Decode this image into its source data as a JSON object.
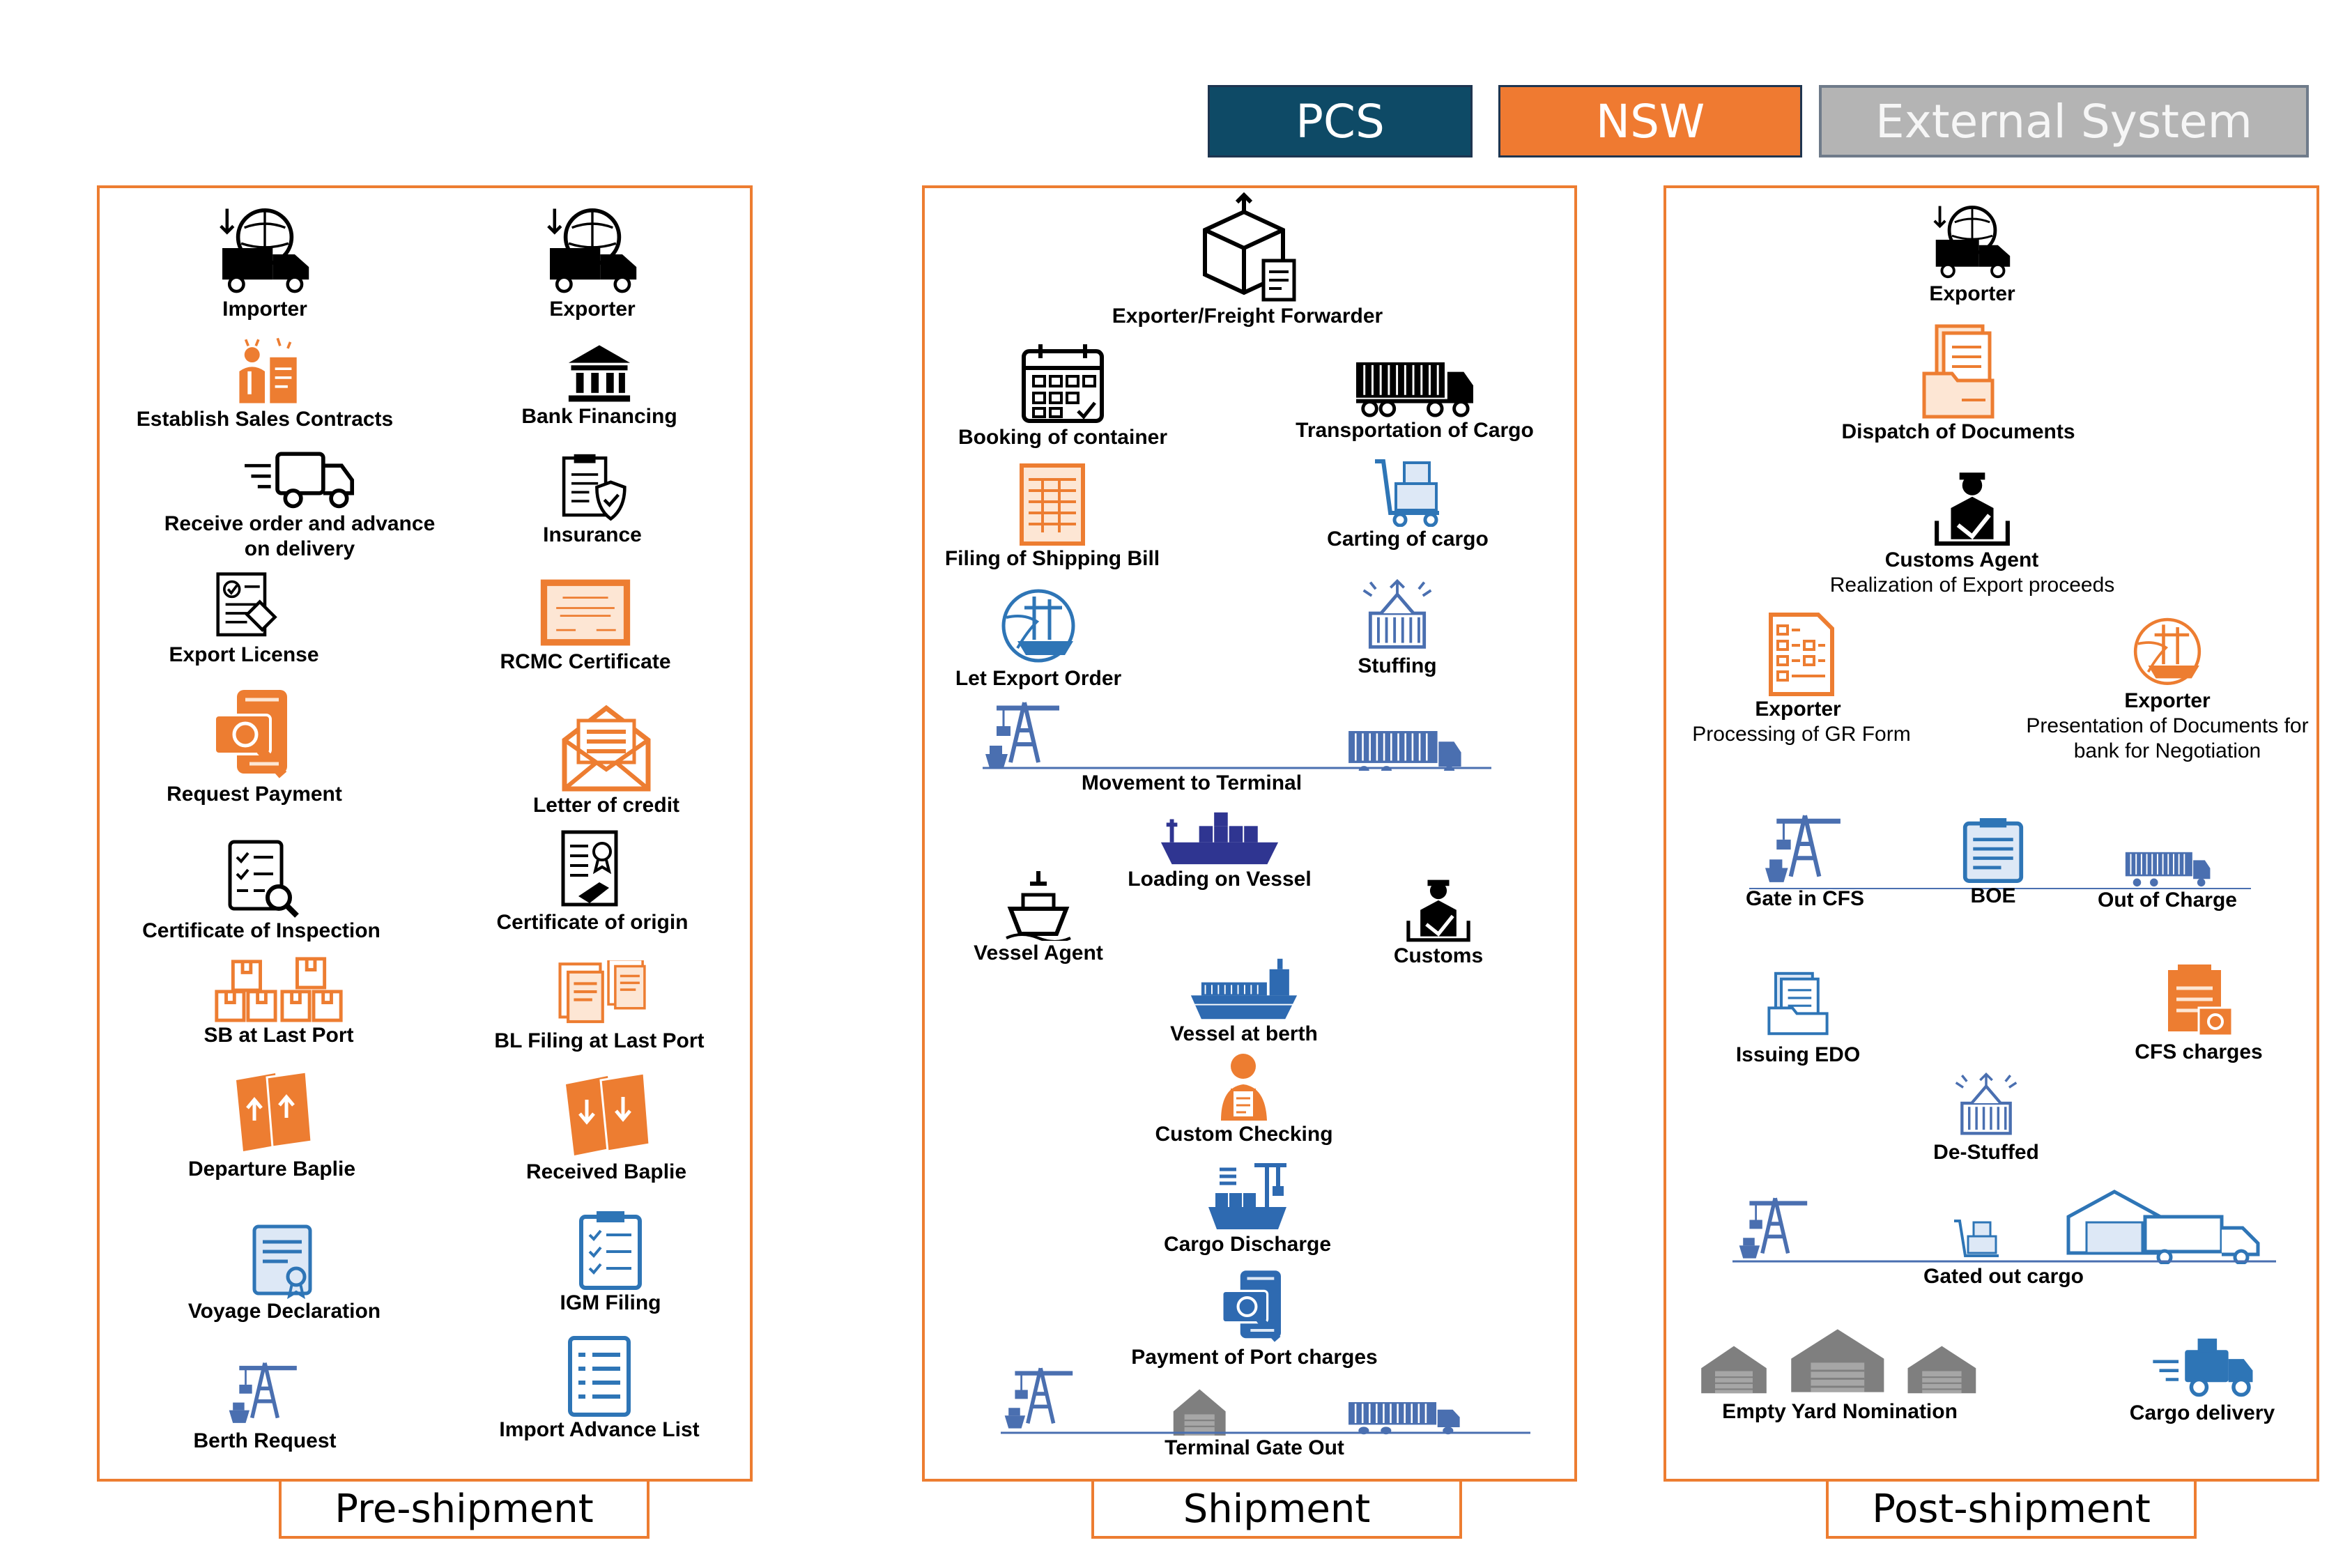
{
  "legend": {
    "pcs": "PCS",
    "nsw": "NSW",
    "external": "External System"
  },
  "colors": {
    "pcs": "#0e4a66",
    "nsw": "#ef7a31",
    "external": "#b4b4b4",
    "panel_border": "#ed7d31"
  },
  "pre_shipment": {
    "tab": "Pre-shipment",
    "items": [
      {
        "label": "Importer",
        "icon": "importer-truck-globe-icon"
      },
      {
        "label": "Exporter",
        "icon": "exporter-truck-globe-icon"
      },
      {
        "label": "Establish Sales Contracts",
        "icon": "handshake-contract-icon"
      },
      {
        "label": "Bank Financing",
        "icon": "bank-icon"
      },
      {
        "label": "Receive order and advance\non delivery",
        "icon": "delivery-truck-icon"
      },
      {
        "label": "Insurance",
        "icon": "insurance-shield-icon"
      },
      {
        "label": "Export License",
        "icon": "license-document-icon"
      },
      {
        "label": "RCMC Certificate",
        "icon": "certificate-icon"
      },
      {
        "label": "Request Payment",
        "icon": "payment-request-icon"
      },
      {
        "label": "Letter of credit",
        "icon": "envelope-letter-icon"
      },
      {
        "label": "Certificate of Inspection",
        "icon": "inspection-checklist-icon"
      },
      {
        "label": "Certificate of origin",
        "icon": "certificate-origin-icon"
      },
      {
        "label": "SB at Last Port",
        "icon": "boxes-icon"
      },
      {
        "label": "BL Filing at Last Port",
        "icon": "document-folder-icon"
      },
      {
        "label": "Departure Baplie",
        "icon": "departure-ticket-icon"
      },
      {
        "label": "Received Baplie",
        "icon": "received-ticket-icon"
      },
      {
        "label": "Voyage Declaration",
        "icon": "declaration-scroll-icon"
      },
      {
        "label": "IGM Filing",
        "icon": "clipboard-checklist-icon"
      },
      {
        "label": "Berth Request",
        "icon": "port-crane-ship-icon"
      },
      {
        "label": "Import Advance List",
        "icon": "advance-list-document-icon"
      }
    ]
  },
  "shipment": {
    "tab": "Shipment",
    "items": [
      {
        "label": "Exporter/Freight Forwarder",
        "icon": "forwarder-box-icon"
      },
      {
        "label": "Booking of container",
        "icon": "calendar-icon"
      },
      {
        "label": "Transportation of Cargo",
        "icon": "container-truck-icon"
      },
      {
        "label": "Filing of Shipping Bill",
        "icon": "shipping-bill-icon"
      },
      {
        "label": "Carting of cargo",
        "icon": "hand-cart-icon"
      },
      {
        "label": "Let Export Order",
        "icon": "globe-ship-icon"
      },
      {
        "label": "Stuffing",
        "icon": "stuffing-container-icon"
      },
      {
        "label": "Movement to Terminal",
        "icon": "terminal-lane-icon"
      },
      {
        "label": "Loading on Vessel",
        "icon": "loading-vessel-icon"
      },
      {
        "label": "Vessel Agent",
        "icon": "vessel-icon"
      },
      {
        "label": "Customs",
        "icon": "customs-officer-icon"
      },
      {
        "label": "Vessel at berth",
        "icon": "berthed-vessel-icon"
      },
      {
        "label": "Custom Checking",
        "icon": "custom-checking-person-icon"
      },
      {
        "label": "Cargo Discharge",
        "icon": "cargo-discharge-icon"
      },
      {
        "label": "Payment of Port charges",
        "icon": "port-payment-icon"
      },
      {
        "label": "Terminal Gate Out",
        "icon": "terminal-gate-lane-icon"
      }
    ]
  },
  "post_shipment": {
    "tab": "Post-shipment",
    "items": [
      {
        "label": "Exporter",
        "sub": "",
        "icon": "exporter-truck-globe-icon"
      },
      {
        "label": "Dispatch of Documents",
        "sub": "",
        "icon": "document-folder-icon"
      },
      {
        "label": "Customs Agent",
        "sub": "Realization of Export proceeds",
        "icon": "customs-officer-icon"
      },
      {
        "label": "Exporter",
        "sub": "Processing of GR Form",
        "icon": "gr-form-icon"
      },
      {
        "label": "Exporter",
        "sub": "Presentation of Documents for\nbank for Negotiation",
        "icon": "globe-ship-icon"
      },
      {
        "label": "Gate in CFS",
        "sub": "",
        "icon": "port-crane-ship-icon"
      },
      {
        "label": "BOE",
        "sub": "",
        "icon": "clipboard-icon"
      },
      {
        "label": "Out of Charge",
        "sub": "",
        "icon": "container-truck-icon"
      },
      {
        "label": "Issuing EDO",
        "sub": "",
        "icon": "document-folder-icon"
      },
      {
        "label": "CFS charges",
        "sub": "",
        "icon": "cfs-charges-icon"
      },
      {
        "label": "De-Stuffed",
        "sub": "",
        "icon": "stuffing-container-icon"
      },
      {
        "label": "Gated out cargo",
        "sub": "",
        "icon": "gated-out-lane-icon"
      },
      {
        "label": "Empty Yard Nomination",
        "sub": "",
        "icon": "warehouse-icon"
      },
      {
        "label": "Cargo delivery",
        "sub": "",
        "icon": "delivery-truck-icon"
      }
    ]
  }
}
